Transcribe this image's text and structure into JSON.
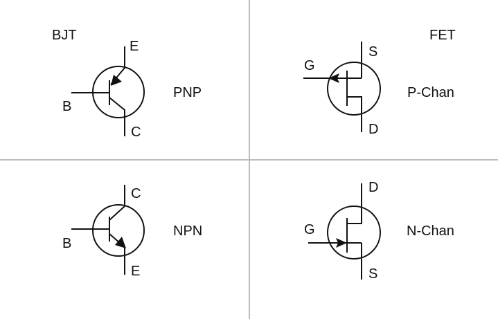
{
  "bjt": {
    "title": "BJT",
    "pnp": {
      "label": "PNP",
      "emitter": "E",
      "base": "B",
      "collector": "C"
    },
    "npn": {
      "label": "NPN",
      "emitter": "E",
      "base": "B",
      "collector": "C"
    }
  },
  "fet": {
    "title": "FET",
    "p_chan": {
      "label": "P-Chan",
      "gate": "G",
      "source": "S",
      "drain": "D"
    },
    "n_chan": {
      "label": "N-Chan",
      "gate": "G",
      "source": "S",
      "drain": "D"
    }
  }
}
